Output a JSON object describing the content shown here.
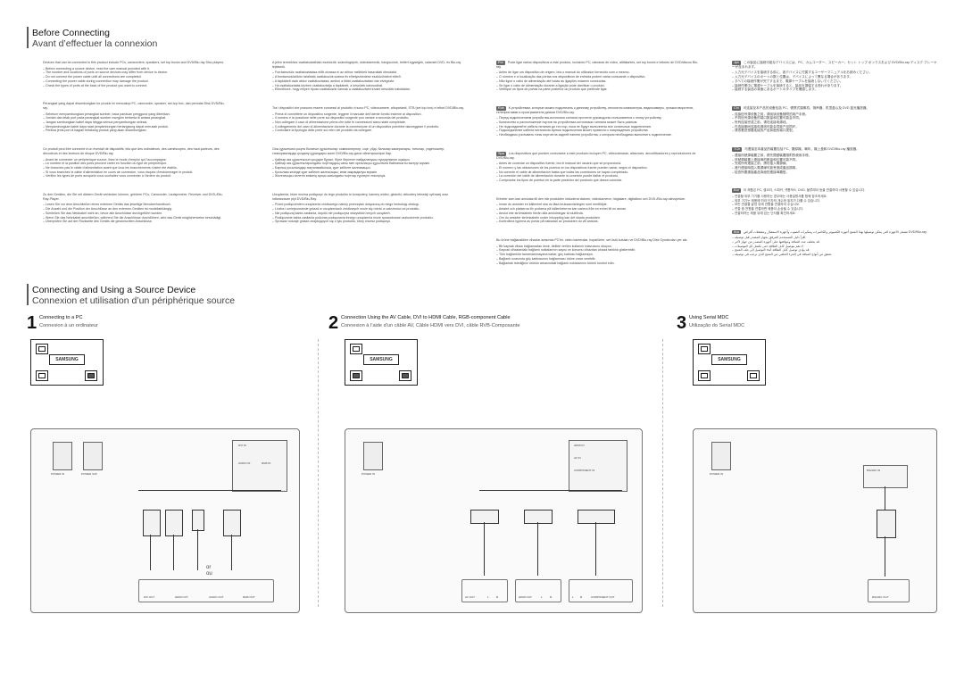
{
  "section1": {
    "title": "Before Connecting",
    "subtitle": "Avant d’effectuer la connexion"
  },
  "section2": {
    "title": "Connecting and Using a Source Device",
    "subtitle": "Connexion et utilisation d’un périphérique source"
  },
  "text_columns": {
    "col1": [
      {
        "para": "Devices that can be connected to this product include PCs, camcorders, speakers, set top boxes and DVD/Blu-ray Disc players.",
        "items": [
          "Before connecting a source device, read the user manual provided with it.",
          "The number and locations of ports on source devices may differ from device to device.",
          "Do not connect the power cable until all connections are completed.",
          "Connecting the power cable during connection may damage the product.",
          "Check the types of ports at the back of the product you want to connect."
        ]
      },
      {
        "para": "Perangkat yang dapat disambungkan ke produk ini mencakup PC, camcorder, speaker, set-top box, dan pemutar Disk DVD/Blu-ray.",
        "items": [
          "Sebelum menyambungkan perangkat sumber, baca panduan pengguna yang diberikan.",
          "Jumlah dan letak port pada perangkat sumber mungkin berbeda di antara perangkat.",
          "Jangan sambungkan kabel daya hingga semua penyambungan selesai.",
          "Menyambungkan kabel daya saat penyambungan berlangsung dapat merusak produk.",
          "Periksa jenis port di bagian belakang produk yang akan disambungkan."
        ]
      },
      {
        "para": "Ce produit peut être connecté à un éventail de dispositifs, tels que des ordinateurs, des caméscopes, des haut-parleurs, des décodeurs et des lecteurs de disque DVD/Blu-ray.",
        "items": [
          "Avant de connecter un périphérique source, lisez le mode d’emploi qui l’accompagne.",
          "Le nombre et la position des ports peuvent varier en fonction du type de périphérique.",
          "Ne branchez pas le câble d’alimentation avant que tous les branchements n’aient été établis.",
          "Si vous branchez le câble d’alimentation en cours de connexion, vous risquez d’endommager le produit.",
          "Vérifiez les types de ports auxquels vous souhaitez vous connecter à l’arrière du produit."
        ]
      },
      {
        "para": "Zu den Geräten, die Sie mit diesem Gerät verbinden können, gehören PCs, Camcorder, Lautsprecher, Receiver und DVD-/Blu-Ray-Player.",
        "items": [
          "Lesen Sie vor dem Anschließen eines externen Geräts das jeweilige Benutzerhandbuch.",
          "Die Anzahl und die Position der Anschlüsse an den externen Geräten ist modellabhängig.",
          "Schließen Sie das Netzkabel nicht an, bevor alle Anschlüsse durchgeführt wurden.",
          "Wenn Sie das Netzkabel anschließen, während Sie die Anschlüsse durchführen, wird das Gerät möglicherweise beschädigt.",
          "Überprüfen Sie auf der Rückseite des Geräts die gewünschten Anschlüsse."
        ]
      }
    ],
    "col2": [
      {
        "para": "A jelen termékhez csatlakoztatható eszközök: számítógépek, videokamerák, hangszórók, beltéri egységek, valamint DVD- és Blu-ray lejátszók.",
        "items": [
          "Forráseszköz csatlakoztatása előtt olvassa el az ahhoz mellékelt használati útmutatót.",
          "A forráseszközökön található csatlakozók száma és elhelyezkedése eszközönként eltérő.",
          "A tápkábelt csak akkor csatlakoztassa, amikor a többi csatlakoztatást már elvégezte.",
          "Ha csatlakoztatás közben csatlakoztatja a tápkábelt, a készülék károsodhat.",
          "Ellenőrizze, hogy milyen típusú csatlakozók vannak a csatlakoztatni kívánt készülék hátoldalán."
        ]
      },
      {
        "para": "Tra i dispositivi che possono essere connessi al prodotto vi sono PC, videocamere, altoparlanti, STB (set top box) e lettori DVD/Blu-ray.",
        "items": [
          "Prima di connettere un dispositivo sorgente, leggere il manuale dell’utente fornito insieme al dispositivo.",
          "Il numero e la posizione delle porte sui dispositivi sorgente può variare a seconda del prodotto.",
          "Non collegare il cavo di alimentazione prima che tutte le connessioni siano state completate.",
          "Il collegamento del cavo di alimentazione durante la connessione di un dispositivo potrebbe danneggiare il prodotto.",
          "Controllare la tipologia delle porte sul retro del prodotto da collegare."
        ]
      },
      {
        "para": "Осы құрылғыға қосуға болатын құрылғылар: компьютерлер, сіңе, үйді, балалар камералары, тоғылар, үндеткіштер, тапсырмаларды қолдану құралдары және DVD/Blu-ray дискі ойнатқыштары бар.",
        "items": [
          "Қайнар көз құрылғысын қосудан бұрын, бірге берілген пайдаланушы нұсқаулығын оқыңыз.",
          "Қайнар көз құрылғыларындағы порттардың саны мен орналасуы құрылғыға байланысты өзгеруі мүмкін.",
          "Барлық қосылымдар аяқталмайынша, қуат кабелін жалғамаңыз.",
          "Қосылым кезінде қуат кабелін жалғасаңыз, өнім зақымдалуы мүмкін.",
          "Жалғағыңыз келетін өнімнің артқы жағындағы порттар түрлерін тексеріңіз."
        ]
      },
      {
        "para": "Urządzenia, które można podłączyć do tego produktu to komputery, kamery wideo, głośniki, dekodery telewizji cyfrowej oraz odtwarzacze płyt DVD/Blu-Ray.",
        "items": [
          "Przed podłączeniem urządzenia źródłowego należy przeczytać dołączoną do niego instrukcję obsługi.",
          "Liczba i umiejscowienie gniazd w urządzeniach źródłowych może się różnić w zależności od produktu.",
          "Nie podłączaj kabla zasilania, dopóki nie podłączysz wszystkich innych urządzeń.",
          "Podłączanie kabla zasilania podczas podłączania innego urządzenia może spowodować uszkodzenie produktu.",
          "Sprawdź rodzaje gniazd znajdujących się z tyłu produktu, który chcesz podłączyć."
        ]
      }
    ],
    "col3": [
      {
        "lang": "Por",
        "para": "Pode ligar vários dispositivos a este produto, incluindo PC, câmaras de vídeo, altifalantes, set top boxes e leitores de DVD/discos Blu-ray.",
        "items": [
          "Antes de ligar um dispositivo de origem, leia o manual do utilizador fornecido com o mesmo.",
          "O número e a localização das portas nos dispositivos de entrada podem variar consoante o dispositivo.",
          "Não ligue o cabo de alimentação até todas as ligações estarem concluídas.",
          "Se ligar o cabo de alimentação durante a ligação pode danificar o produto.",
          "Verifique os tipos de portas na parte posterior do produto que pretende ligar."
        ]
      },
      {
        "lang": "Rus",
        "para": "К устройствам, которые можно подключать к данному устройству, относятся компьютеры, видеокамеры, громкоговорители, телеприставки и проигрыватели дисков DVD/Blu-ray.",
        "items": [
          "Перед подключением устройства-источника сигнала прочтите руководство пользователя к этому устройству.",
          "Количество и расположение портов на устройствах-источниках сигнала может быть разным.",
          "Не подсоединяйте кабель питания до тех пор, пока не будут выполнены все остальные подключения.",
          "Подсоединение кабеля питания во время подключения может привести к повреждению устройства.",
          "Необходимо учитывать типы портов на задней панели устройства, к которым необходимо выполнить подключение."
        ]
      },
      {
        "lang": "Spa",
        "para": "Los dispositivos que pueden conectarse a este producto incluyen PC, videocámaras, altavoces, decodificadores y reproductores de DVD/Blu-ray.",
        "items": [
          "Antes de conectar un dispositivo fuente, lea el manual del usuario que se proporciona.",
          "El número y las ubicaciones de los puertos en los dispositivos fuente pueden variar, según el dispositivo.",
          "No conecte el cable de alimentación hasta que todas las conexiones se hayan completado.",
          "La conexión del cable de alimentación durante la conexión puede dañar el producto.",
          "Compruebe los tipos de puertos en la parte posterior del producto que desea conectar."
        ]
      },
      {
        "lang": "",
        "para": "Enheter som kan anslutas till den här produkten inkluderar datorer, videokameror, högtalare, digitalbox och DVD-/Blu-ray-skivspelare.",
        "items": [
          "Innan du ansluter en källenhet ska du läsa bruksanvisningen som medföljde.",
          "Antalet och platserna för portarna på källenheterna kan variera från en enhet till en annan.",
          "Anslut inte strömkabeln förrän alla anslutningar är slutförda.",
          "Om du ansluter strömkabeln under inkoppling kan det skada produkten.",
          "Kontrollera typerna av portar på baksidan av produkten du vill ansluta."
        ]
      },
      {
        "lang": "",
        "para": "Bu ürüne bağlanabilen cihazlar arasında PC’ler, video kameralar, hoparlörler, set üstü kutuları ve DVD/Blu-ray Disk Oynatıcıları yer alır.",
        "items": [
          "Bir kaynak cihazı bağlamadan önce, birlikte verilen kullanım kılavuzunu okuyun.",
          "Kaynak cihazlardaki bağlantı noktalarının sayısı ve konumu cihazdan cihaza farklılık gösterebilir.",
          "Tüm bağlantılar tamamlanmayana kadar, güç kablosu bağlamayın.",
          "Bağlantı sırasında güç kablosunun bağlanması ürüne zarar verebilir.",
          "Bağlamak istediğiniz ürünün arkasındaki bağlantı noktalarının türünü kontrol edin."
        ]
      }
    ],
    "col4": [
      {
        "lang": "Jpn",
        "para": "この製品に接続可能なデバイスには、PC、カムコーダー、スピーカー、セット トップ ボックスおよび DVD/Blu-ray ディスク プレーヤーが含まれます。",
        "items": [
          "入力元デバイスを接続する前に、各デバイスに付属するユーザーマニュアルをお読みください。",
          "入力元デバイスのポートの数と位置は、デバイスによって異なる場合があります。",
          "すべての接続作業が完了するまで、電源ケーブルを接続しないでください。",
          "接続作業中に電源ケーブルを接続すると、製品を損傷する恐れがあります。",
          "接続する製品の背面にあるポートのタイプを確認します。"
        ]
      },
      {
        "lang": "Chi",
        "para": "可连接至本产品的设备包括 PC、便携式摄像机、扬声器、机顶盒以及 DVD 蓝光播放器。",
        "items": [
          "连接信号源设备之前，请阅读设备随附的用户手册。",
          "不同信号源设备的端口数量和位置可能会不同。",
          "所有连接完成之前，请勿连接电源线。",
          "在连接期间连接电源线可能会导致产品损坏。",
          "请查看您想要连接的产品背面的端口类型。"
        ]
      },
      {
        "lang": "TCh",
        "para": "可連接至本產品的裝置包括 PC、攝錄機、喇叭、機上盒和 DVD/Blu-ray 播放器。",
        "items": [
          "連接訊號源裝置之前，請先閱讀裝置隨附的使用手冊。",
          "訊號源裝置上連接埠的數量和位置可能不同。",
          "完成所有連接之前，請勿插入電源線。",
          "進行連接時插入電源線可能會造成產品損壞。",
          "檢查所要連接產品背面的連接埠類型。"
        ]
      },
      {
        "lang": "Kor",
        "para": "이 제품은 PC, 캠코더, 스피커, 셋톱박스, DVD, 블루레이 등을 연결하여 사용할 수 있습니다.",
        "items": [
          "연결할 외부 기기를 사용하는 경우에는 사용설명서를 함께 참조하세요.",
          "외부 기기는 제품에 따라 단자의 개수와 위치가 다를 수 있습니다.",
          "모든 연결을 끝낸 뒤에 전원을 연결하여 주십시오.",
          "연결 중 전원을 연결하면 제품이 손상될 수 있습니다.",
          "연결하려는 제품 뒤에 있는 단자를 확인하세요."
        ]
      },
      {
        "lang": "Ara",
        "para": "تشمل الأجهزة التي يمكن توصيلها بهذا المنتج أجهزة الكمبيوتر والكاميرات ومكبرات الصوت وأجهزة الاستقبال ومشغلات أقراص DVD/Blu-ray.",
        "items": [
          "اقرأ دليل المستخدم المرفق بجهاز المصدر قبل توصيله.",
          "قد يختلف عدد المنافذ ومواقعها على أجهزة المصدر من جهاز لآخر.",
          "لا تقم بتوصيل كابل الطاقة حتى تكتمل كل التوصيلات.",
          "قد يؤدي توصيل كابل الطاقة أثناء التوصيل إلى تلف المنتج.",
          "تحقق من أنواع المنافذ في الجزء الخلفي من المنتج الذي ترغب في توصيله."
        ]
      }
    ]
  },
  "steps": [
    {
      "num": "1",
      "title": "Connecting to a PC",
      "subtitle": "Connexion à un ordinateur",
      "device_ports": [
        "DVI OUT",
        "HDMI OUT",
        "AUDIO OUT",
        "RGB OUT"
      ],
      "or_label": "or",
      "ou_label": "ou"
    },
    {
      "num": "2",
      "title": "Connection Using the AV Cable, DVI to HDMI Cable, RGB-component Cable",
      "subtitle": "Connexion à l’aide d’un câble AV, Câble HDMI vers DVI, câble RVB-Composante",
      "device_ports": [
        "AV OUT",
        "L",
        "R",
        "HDMI OUT",
        "L",
        "R",
        "L",
        "R",
        "COMPONENT OUT"
      ]
    },
    {
      "num": "3",
      "title": "Using Serial MDC",
      "subtitle": "Utilização do Serial MDC",
      "device_ports": [
        "RS232C OUT"
      ]
    }
  ],
  "tv": {
    "brand": "SAMSUNG"
  },
  "panel_labels": {
    "power": "POWER IN",
    "power_sw": "POWER S/W",
    "dvi": "DVI IN",
    "hdmi": "HDMI IN",
    "rgb": "RGB IN",
    "audio": "AUDIO IN",
    "av": "AV IN",
    "component": "COMPONENT IN",
    "rs232": "RS232C IN"
  }
}
